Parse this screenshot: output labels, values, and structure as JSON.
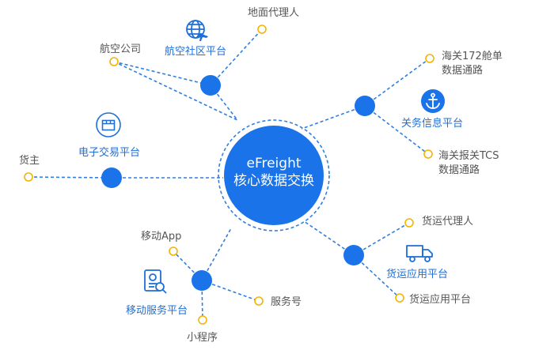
{
  "center": {
    "line1": "eFreight",
    "line2": "核心数据交换"
  },
  "platforms": {
    "aviation": "航空社区平台",
    "customs": "关务信息平台",
    "trade": "电子交易平台",
    "freight": "货运应用平台",
    "mobile": "移动服务平台"
  },
  "leaves": {
    "ground_agent": "地面代理人",
    "airline": "航空公司",
    "customs172_line1": "海关172舱单",
    "customs172_line2": "数据通路",
    "customs_tcs_line1": "海关报关TCS",
    "customs_tcs_line2": "数据通路",
    "shipper": "货主",
    "freight_agent": "货运代理人",
    "freight_platform": "货运应用平台",
    "mobile_app": "移动App",
    "service_account": "服务号",
    "mini_program": "小程序"
  },
  "colors": {
    "hub": "#1a73e8",
    "line": "#2f7fe0",
    "leaf": "#f4b400",
    "platform_text": "#1f6fd6"
  },
  "icons": {
    "aviation": "globe-plane-icon",
    "customs": "anchor-icon",
    "trade": "package-box-icon",
    "freight": "truck-icon",
    "mobile": "passport-search-icon"
  }
}
